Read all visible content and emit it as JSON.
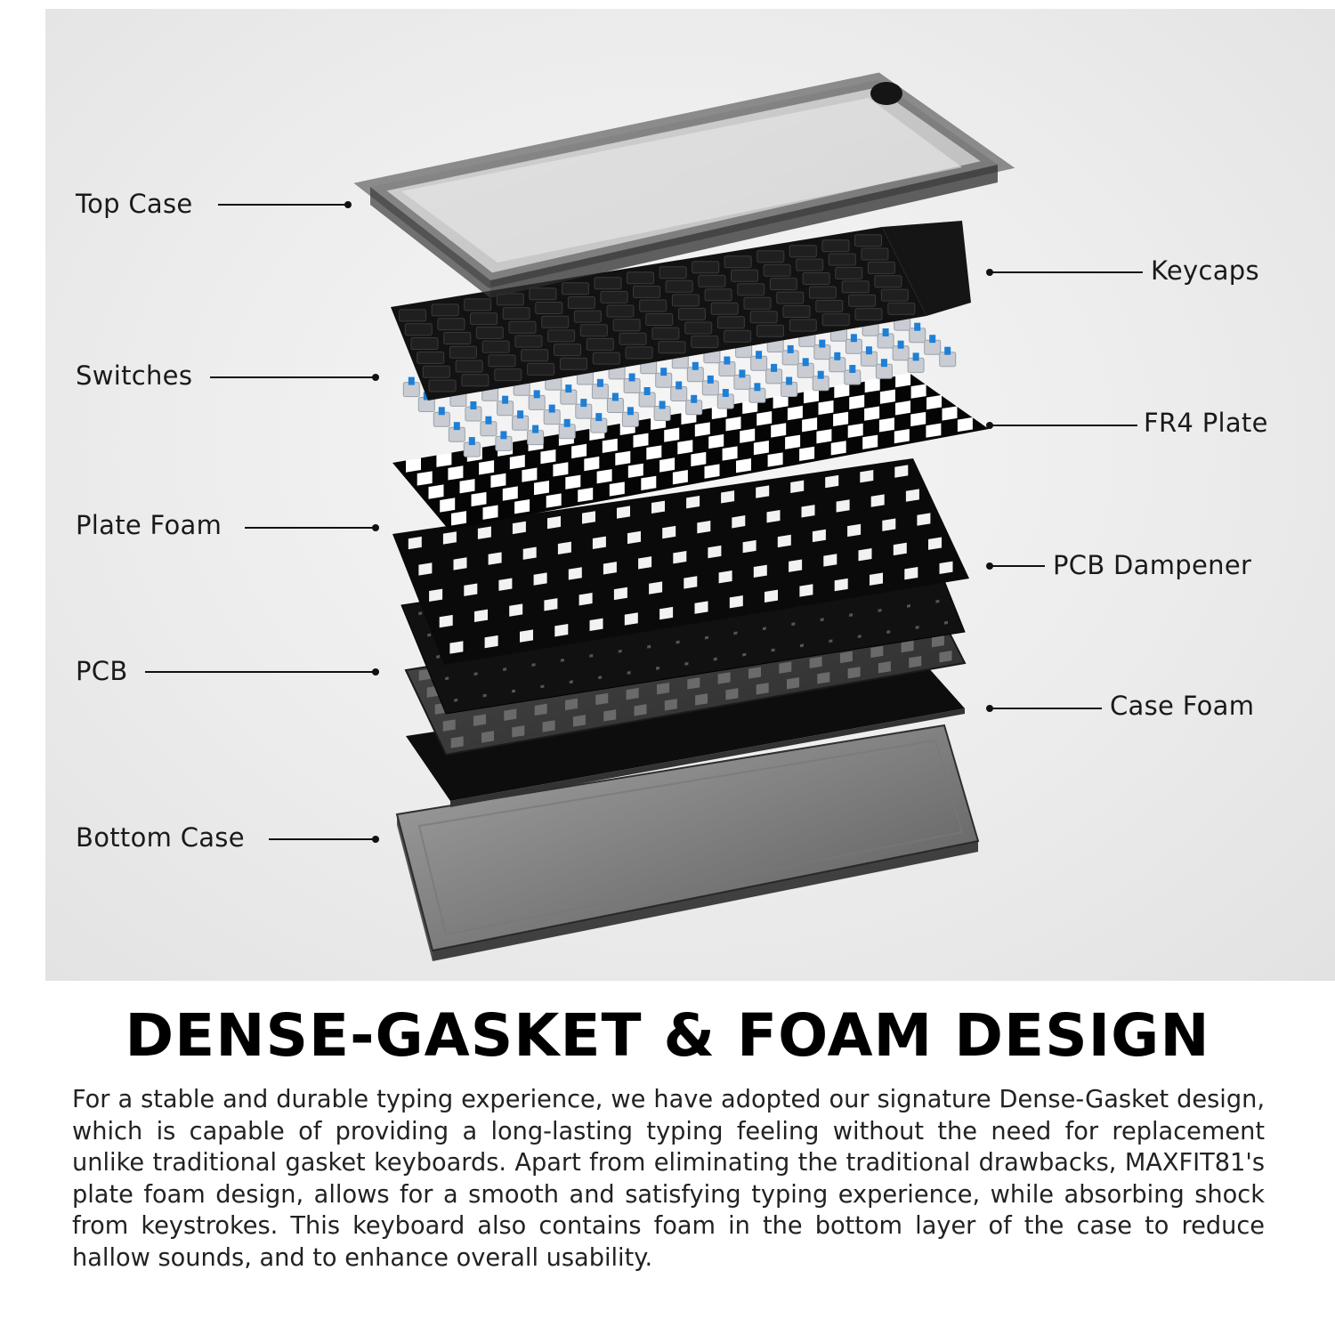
{
  "diagram": {
    "callouts_left": [
      {
        "id": "top-case",
        "label": "Top Case"
      },
      {
        "id": "switches",
        "label": "Switches"
      },
      {
        "id": "plate-foam",
        "label": "Plate Foam"
      },
      {
        "id": "pcb",
        "label": "PCB"
      },
      {
        "id": "bottom-case",
        "label": "Bottom Case"
      }
    ],
    "callouts_right": [
      {
        "id": "keycaps",
        "label": "Keycaps"
      },
      {
        "id": "fr4-plate",
        "label": "FR4 Plate"
      },
      {
        "id": "pcb-dampener",
        "label": "PCB Dampener"
      },
      {
        "id": "case-foam",
        "label": "Case Foam"
      }
    ]
  },
  "colors": {
    "switch_stem": "#1e7fd6",
    "switch_housing": "#c9cdd3",
    "case_smoke": "#5a5a5a",
    "foam": "#111111"
  },
  "headline": "DENSE-GASKET & FOAM DESIGN",
  "body": "For a stable and durable typing experience, we have adopted our signature Dense-Gasket design, which is capable of providing a long-lasting typing feeling without the need for replacement unlike traditional gasket keyboards. Apart from eliminating the traditional drawbacks, MAXFIT81's plate foam design, allows for a smooth and satisfying typing experience, while absorbing shock from keystrokes. This keyboard also contains foam in the bottom layer of the case to reduce hallow sounds, and to enhance overall usability."
}
